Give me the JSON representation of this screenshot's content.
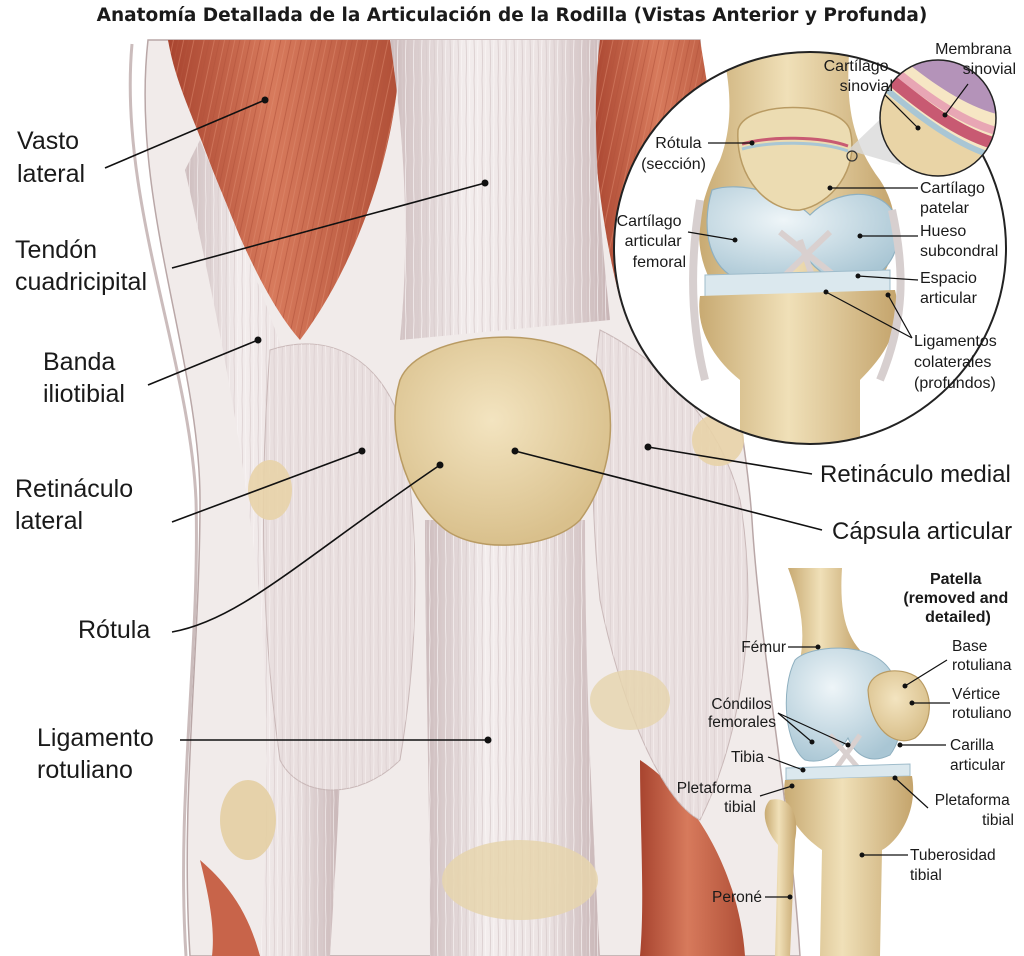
{
  "title": "Anatomía Detallada de la Articulación de la Rodilla (Vistas Anterior y Profunda)",
  "main_labels": {
    "vasto_lateral": [
      "Vasto",
      "lateral"
    ],
    "tendon_cuadricipital": [
      "Tendón",
      "cuadricipital"
    ],
    "banda_iliotibial": [
      "Banda",
      "iliotibial"
    ],
    "retinaculo_lateral": [
      "Retináculo",
      "lateral"
    ],
    "rotula": [
      "Rótula"
    ],
    "ligamento_rotuliano": [
      "Ligamento",
      "rotuliano"
    ],
    "retinaculo_medial": [
      "Retináculo medial"
    ],
    "capsula_articular": [
      "Cápsula articular"
    ]
  },
  "inset_labels": {
    "membrana_sinovial": [
      "Membrana",
      "sinovial"
    ],
    "cartilago_sinovial": [
      "Cartílago",
      "sinovial"
    ],
    "rotula_seccion": [
      "Rótula",
      "(sección)"
    ],
    "cartilago_patelar": [
      "Cartílago",
      "patelar"
    ],
    "cartilago_articular_femoral": [
      "Cartílago",
      "articular",
      "femoral"
    ],
    "hueso_subcondral": [
      "Hueso",
      "subcondral"
    ],
    "espacio_articular": [
      "Espacio",
      "articular"
    ],
    "ligamentos_colaterales": [
      "Ligamentos",
      "colaterales",
      "(profundos)"
    ]
  },
  "bottom_labels": {
    "patella_heading": [
      "Patella",
      "(removed and",
      "detailed)"
    ],
    "femur": [
      "Fémur"
    ],
    "base_rotuliana": [
      "Base",
      "rotuliana"
    ],
    "vertice_rotuliano": [
      "Vértice",
      "rotuliano"
    ],
    "condilos_femorales": [
      "Cóndilos",
      "femorales"
    ],
    "tibia": [
      "Tibia"
    ],
    "carilla_articular": [
      "Carilla",
      "articular"
    ],
    "pletaforma_tibial_left": [
      "Pletaforma",
      "tibial"
    ],
    "pletaforma_tibial_right": [
      "Pletaforma",
      "tibial"
    ],
    "tuberosidad_tibial": [
      "Tuberosidad",
      "tibial"
    ],
    "perone": [
      "Peroné"
    ]
  },
  "colors": {
    "muscle": "#c8644a",
    "muscle_dark": "#9e3f2c",
    "tendon": "#ece4e4",
    "tendon_shadow": "#c9b8b8",
    "bone": "#e6d2a4",
    "bone_dark": "#c9ad76",
    "cartilage": "#c9dde6",
    "synovial": "#c85a72"
  }
}
